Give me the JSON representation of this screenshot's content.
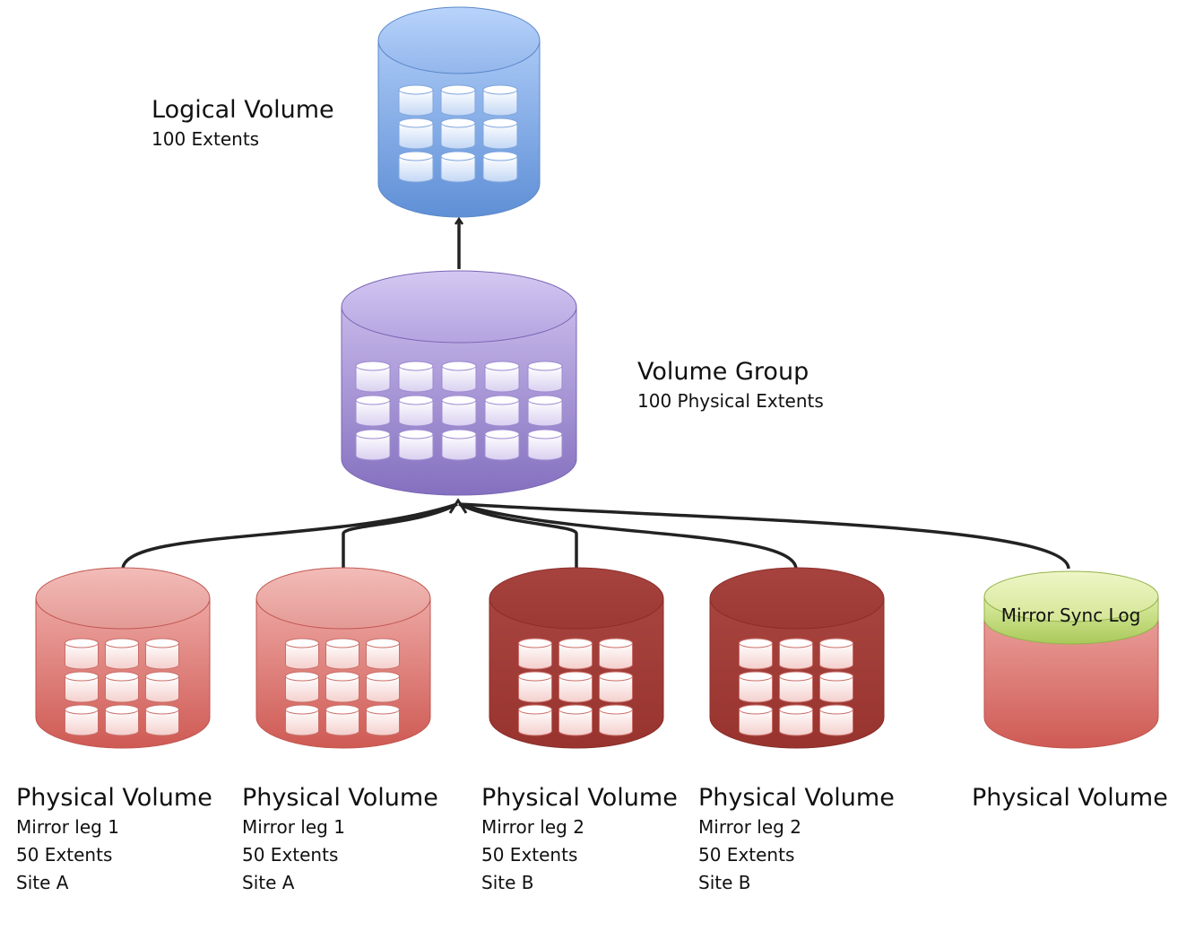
{
  "logical_volume": {
    "title": "Logical Volume",
    "subtitle": "100 Extents",
    "color": "#6f9fe2"
  },
  "volume_group": {
    "title": "Volume Group",
    "subtitle": "100 Physical Extents",
    "color": "#9a85cf"
  },
  "physical_volumes": [
    {
      "title": "Physical Volume",
      "lines": [
        "Mirror leg 1",
        "50 Extents",
        "Site A"
      ],
      "color": "#de7b76"
    },
    {
      "title": "Physical Volume",
      "lines": [
        "Mirror leg 1",
        "50 Extents",
        "Site A"
      ],
      "color": "#de7b76"
    },
    {
      "title": "Physical Volume",
      "lines": [
        "Mirror leg 2",
        "50 Extents",
        "Site B"
      ],
      "color": "#a3403b"
    },
    {
      "title": "Physical Volume",
      "lines": [
        "Mirror leg 2",
        "50 Extents",
        "Site B"
      ],
      "color": "#a3403b"
    },
    {
      "title": "Physical Volume",
      "lines": [],
      "color": "#de7b76"
    }
  ],
  "mirror_sync_log": {
    "label": "Mirror Sync Log",
    "color": "#c4dc7e"
  },
  "connector_color": "#222222"
}
